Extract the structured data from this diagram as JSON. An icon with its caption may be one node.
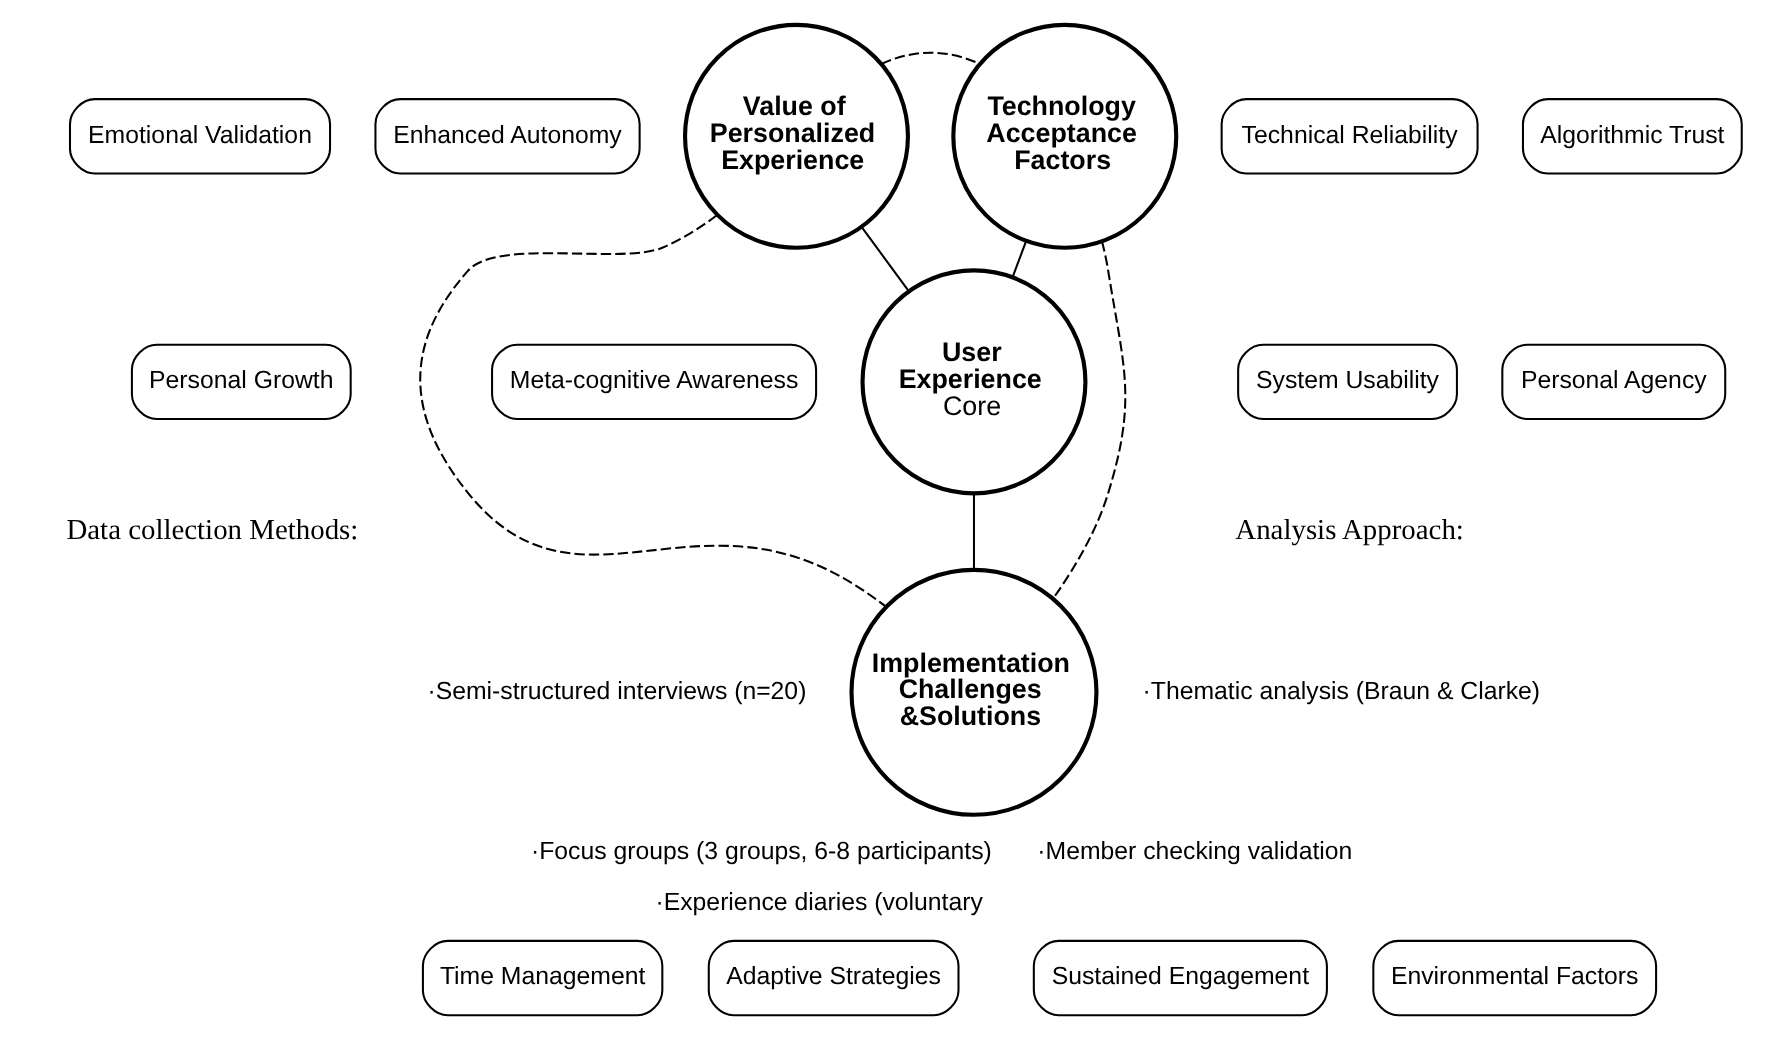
{
  "diagram": {
    "nodes": [
      {
        "text": [
          "Value of Personalized Experience"
        ]
      },
      {
        "text": [
          "Technology Acceptance Factors"
        ]
      },
      {
        "text": [
          "User Experience",
          "Core"
        ]
      },
      {
        "text": [
          "Implementation Challenges &Solutions"
        ]
      },
      {
        "text": [
          "Emotional Validation"
        ]
      },
      {
        "text": [
          "Enhanced Autonomy"
        ]
      },
      {
        "text": [
          "Meta-cognitive Awareness"
        ]
      },
      {
        "text": [
          "Personal Growth"
        ]
      },
      {
        "text": [
          "Technical Reliability"
        ]
      },
      {
        "text": [
          "Algorithmic Trust"
        ]
      },
      {
        "text": [
          "System Usability"
        ]
      },
      {
        "text": [
          "Personal Agency"
        ]
      },
      {
        "text": [
          "Time Management"
        ]
      },
      {
        "text": [
          "Adaptive Strategies"
        ]
      },
      {
        "text": [
          "Sustained Engagement"
        ]
      },
      {
        "text": [
          "Environmental Factors"
        ]
      }
    ],
    "edges": [
      {
        "from": 0,
        "to": 1,
        "arrow": "none",
        "style": "dashed"
      },
      {
        "from": 0,
        "to": 2,
        "arrow": "none"
      },
      {
        "from": 1,
        "to": 2,
        "arrow": "none"
      },
      {
        "from": 2,
        "to": 3,
        "arrow": "none"
      },
      {
        "from": 0,
        "to": 3,
        "arrow": "none",
        "style": "dashed"
      },
      {
        "from": 1,
        "to": 3,
        "arrow": "none",
        "style": "dashed"
      }
    ],
    "labels": [
      "Data collection Methods:",
      "·Semi-structured interviews (n=20)",
      "·Focus groups (3 groups, 6-8 participants)",
      "·Experience diaries (voluntary",
      "Analysis Approach:",
      "·Thematic analysis (Braun & Clarke)",
      "·Member checking validation"
    ]
  }
}
